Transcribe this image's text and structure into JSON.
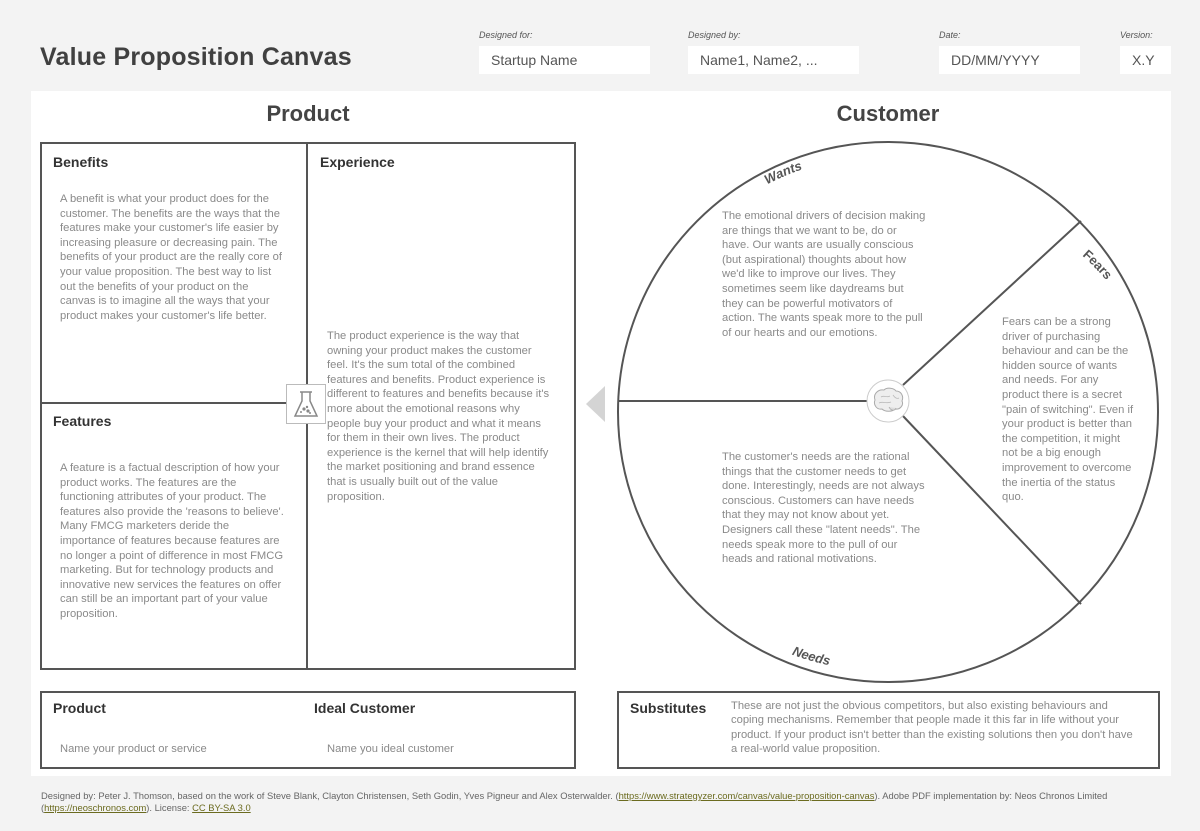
{
  "header": {
    "title": "Value Proposition Canvas",
    "designed_for": {
      "label": "Designed for:",
      "value": "Startup Name"
    },
    "designed_by": {
      "label": "Designed by:",
      "value": "Name1, Name2, ..."
    },
    "date": {
      "label": "Date:",
      "value": "DD/MM/YYYY"
    },
    "version": {
      "label": "Version:",
      "value": "X.Y"
    }
  },
  "product": {
    "heading": "Product",
    "benefits": {
      "title": "Benefits",
      "text": "A benefit is what your product does for the customer. The benefits are the ways that the features make your customer's life easier by increasing pleasure or decreasing pain. The benefits of your product are the really core of your value proposition. The best way to list out the benefits of your product on the canvas is to imagine all the ways that your product makes your customer's life better."
    },
    "features": {
      "title": "Features",
      "text": "A feature is a factual description of how your product works. The features are the functioning attributes of your product. The features also provide the 'reasons to believe'. Many FMCG marketers deride the importance of features because features are no longer a point of difference in most FMCG marketing. But for technology products and innovative new services the features on offer can still be an important part of your value proposition."
    },
    "experience": {
      "title": "Experience",
      "text": "The product experience is the way that owning your product makes the customer feel. It's the sum total of the combined features and benefits. Product experience is different to features and benefits because it's more about the emotional reasons why people buy your product and what it means for them in their own lives. The product experience is the kernel that will help identify the market positioning and brand essence that is usually built out of the value proposition."
    }
  },
  "customer": {
    "heading": "Customer",
    "wants": {
      "label": "Wants",
      "text": "The emotional drivers of decision making are things that we want to be, do or have. Our wants are usually conscious (but aspirational) thoughts about how we'd like to improve our lives. They sometimes seem like daydreams but they can be powerful motivators of action. The wants speak more to the pull of our hearts and our emotions."
    },
    "fears": {
      "label": "Fears",
      "text": "Fears can be a strong driver of purchasing behaviour and can be the hidden source of wants and needs. For any product there is a secret \"pain of switching\". Even if your product is better than the competition, it might not be a big enough improvement to overcome the inertia of the status quo."
    },
    "needs": {
      "label": "Needs",
      "text": "The customer's needs are the rational things that the customer needs to get done. Interestingly, needs are not always conscious. Customers can have needs that they may not know about yet. Designers call these \"latent needs\". The needs speak more to the pull of our heads and rational motivations."
    }
  },
  "bottom": {
    "product": {
      "title": "Product",
      "placeholder": "Name your product or service"
    },
    "ideal_customer": {
      "title": "Ideal Customer",
      "placeholder": "Name you ideal customer"
    },
    "substitutes": {
      "title": "Substitutes",
      "text": "These are not just the obvious competitors, but also existing behaviours and coping mechanisms. Remember that people made it this far in life without your product. If your product isn't better than the existing solutions then you don't have a real-world value proposition."
    }
  },
  "footer": {
    "text1": "Designed by: Peter J. Thomson, based on the work of Steve Blank, Clayton Christensen, Seth Godin, Yves Pigneur and Alex Osterwalder. (",
    "link1": "https://www.strategyzer.com/canvas/value-proposition-canvas",
    "text2": "). Adobe PDF implementation by: Neos Chronos Limited (",
    "link2": "https://neoschronos.com",
    "text3": "). License: ",
    "link3": "CC BY-SA 3.0"
  },
  "icons": {
    "center_product": "flask-icon",
    "center_customer": "brain-icon",
    "connector": "triangle-left-arrow"
  },
  "colors": {
    "background": "#f3f3f3",
    "sheet": "#ffffff",
    "border": "#555555",
    "description_text": "#8a8a8a",
    "link": "#6b6b1f"
  }
}
